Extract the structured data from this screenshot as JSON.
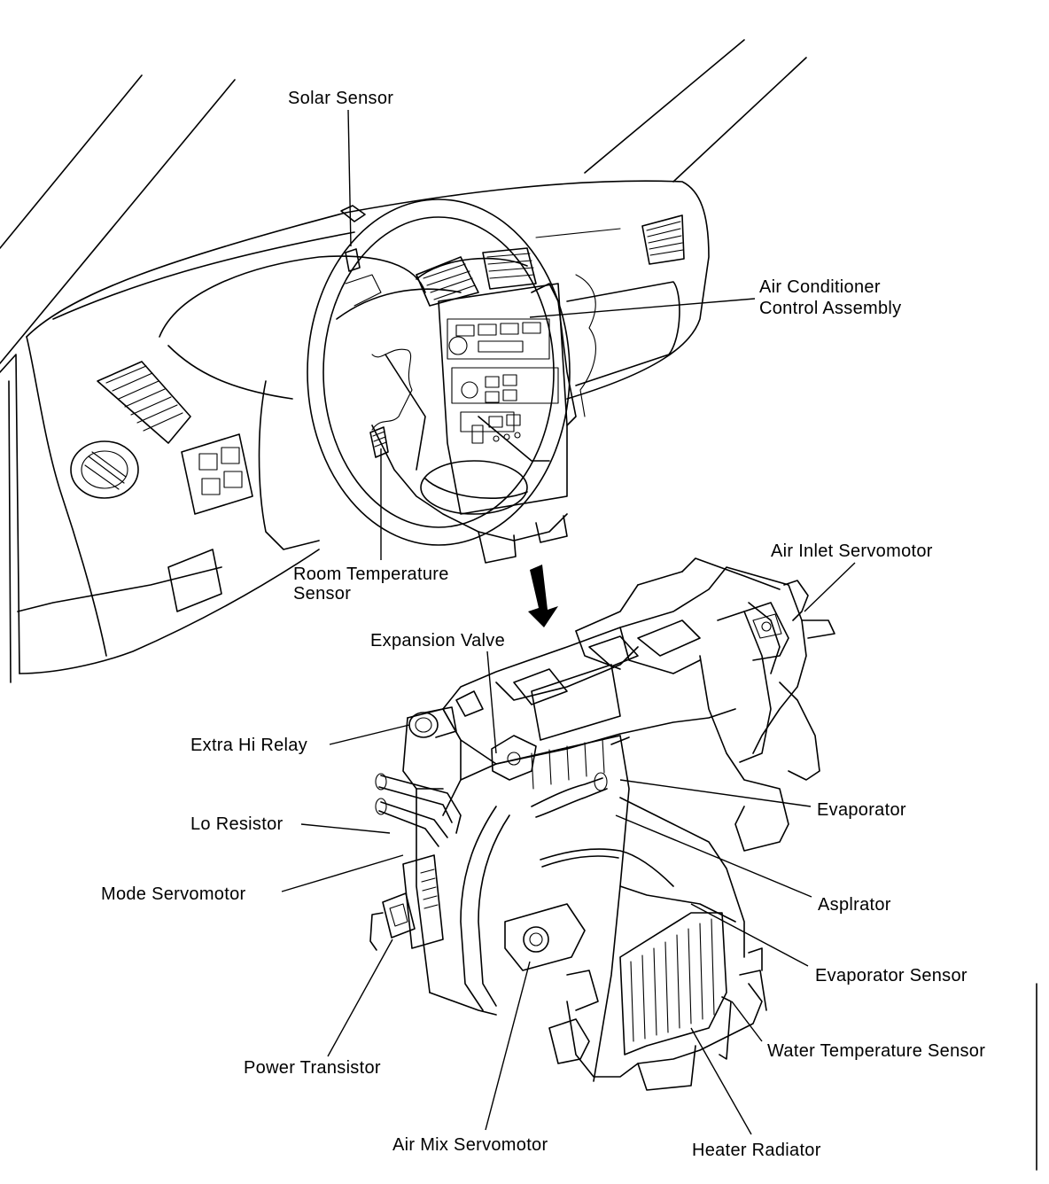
{
  "labels": {
    "solar_sensor": "Solar Sensor",
    "ac_control_1": "Air Conditioner",
    "ac_control_2": "Control Assembly",
    "room_temp_1": "Room Temperature",
    "room_temp_2": "Sensor",
    "air_inlet_servomotor": "Air Inlet Servomotor",
    "expansion_valve": "Expansion Valve",
    "extra_hi_relay": "Extra Hi Relay",
    "evaporator": "Evaporator",
    "lo_resistor": "Lo Resistor",
    "mode_servomotor": "Mode Servomotor",
    "aspirator": "Asplrator",
    "evaporator_sensor": "Evaporator Sensor",
    "water_temp_sensor": "Water Temperature Sensor",
    "power_transistor": "Power Transistor",
    "air_mix_servomotor": "Air Mix Servomotor",
    "heater_radiator": "Heater Radiator"
  }
}
